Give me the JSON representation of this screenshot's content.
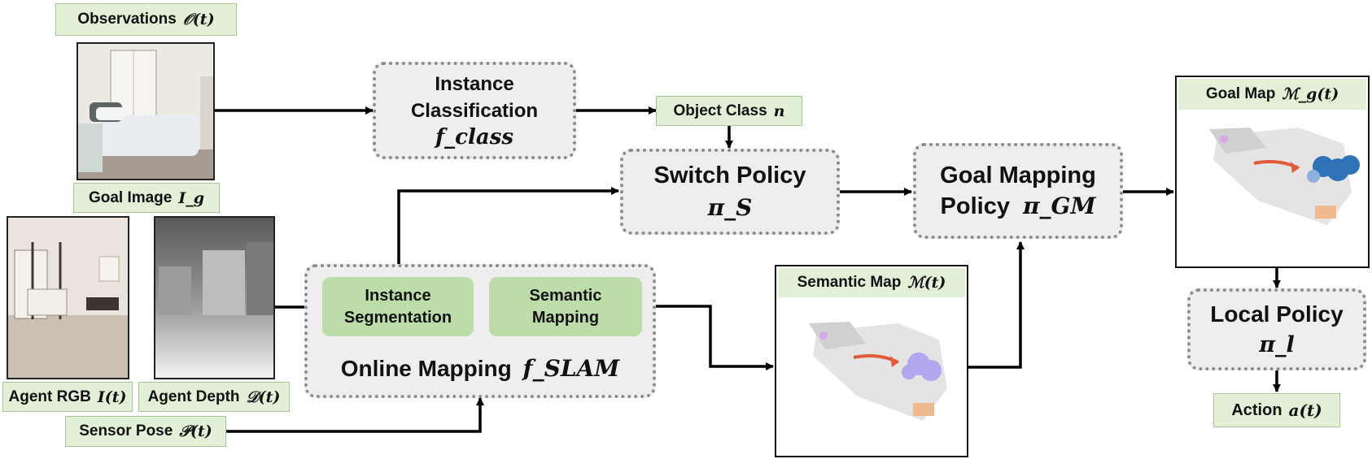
{
  "labels": {
    "observations": {
      "text": "Observations",
      "math": "𝒪(t)"
    },
    "goal_image": {
      "text": "Goal Image",
      "math": "I_g"
    },
    "agent_rgb": {
      "text": "Agent RGB",
      "math": "I(t)"
    },
    "agent_depth": {
      "text": "Agent Depth",
      "math": "𝒟(t)"
    },
    "sensor_pose": {
      "text": "Sensor Pose",
      "math": "𝒫(t)"
    },
    "object_class": {
      "text": "Object Class",
      "math": "n"
    },
    "semantic_map": {
      "text": "Semantic Map",
      "math": "ℳ(t)"
    },
    "goal_map": {
      "text": "Goal Map",
      "math": "ℳ_g(t)"
    },
    "action": {
      "text": "Action",
      "math": "a(t)"
    }
  },
  "boxes": {
    "instance_classification": {
      "line1": "Instance",
      "line2": "Classification",
      "symbol": "f_class"
    },
    "switch_policy": {
      "title": "Switch Policy",
      "symbol": "π_S"
    },
    "goal_mapping_policy": {
      "line1": "Goal Mapping",
      "line2": "Policy",
      "symbol": "π_GM"
    },
    "local_policy": {
      "title": "Local Policy",
      "symbol": "π_l"
    },
    "online_mapping": {
      "title": "Online Mapping",
      "symbol": "f_SLAM"
    }
  },
  "modules": {
    "instance_segmentation": {
      "line1": "Instance",
      "line2": "Segmentation"
    },
    "semantic_mapping": {
      "line1": "Semantic",
      "line2": "Mapping"
    }
  },
  "colors": {
    "label_fill": "#e3f0d8",
    "module_fill": "#bcdcaa",
    "box_fill": "#eeeeee",
    "box_border": "#8c8c8c",
    "map_goal_semantic": "#b3a6ee",
    "map_goal_blue": "#2f72b8",
    "map_trajectory": "#e25a3c",
    "map_orange": "#f1b98e"
  }
}
